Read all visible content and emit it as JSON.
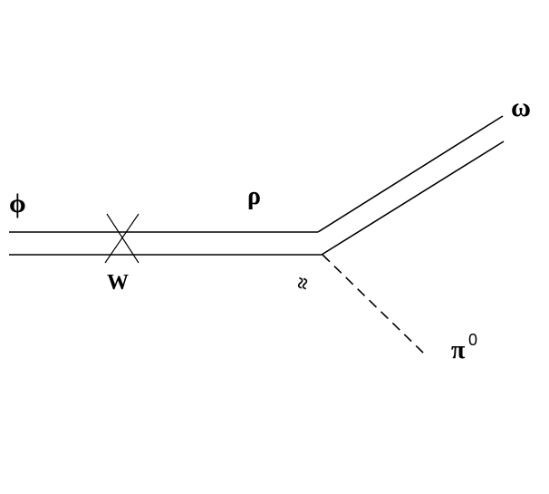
{
  "labels": {
    "phi": "ϕ",
    "rho": "ρ",
    "weak_vertex": "W",
    "omega": "ω",
    "pion": "π",
    "pion_charge": "0",
    "em_mixing": "≈"
  }
}
